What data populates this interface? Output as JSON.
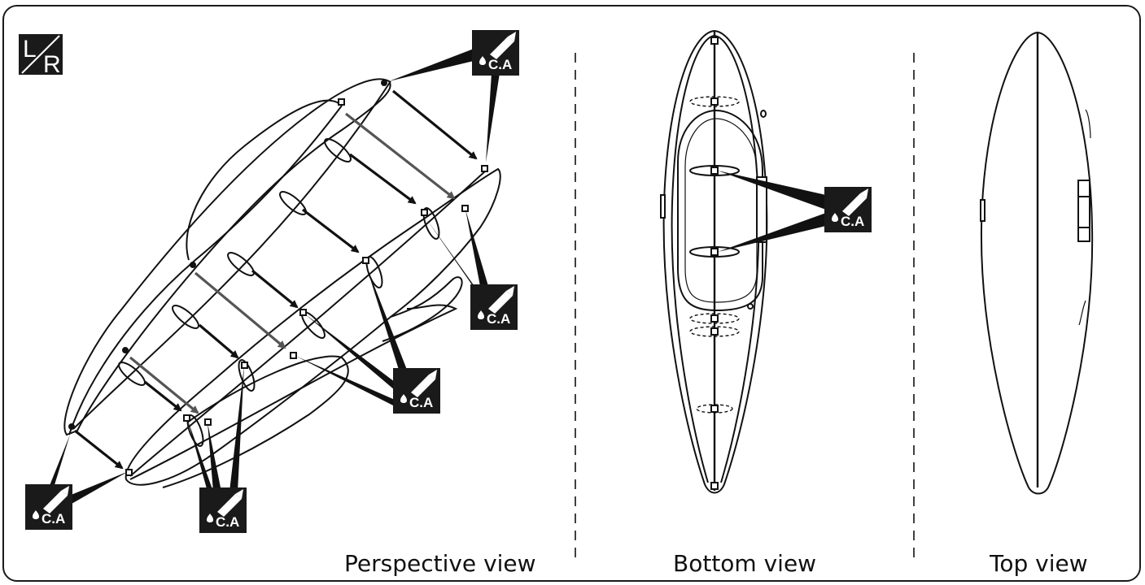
{
  "badge": {
    "left": "L",
    "right": "R"
  },
  "glue_label": "C.A",
  "views": {
    "perspective": "Perspective view",
    "bottom": "Bottom view",
    "top": "Top view"
  },
  "colors": {
    "line": "#111111",
    "arrow_dark": "#111111",
    "arrow_grey": "#555555",
    "badge_bg": "#1a1a1a"
  }
}
